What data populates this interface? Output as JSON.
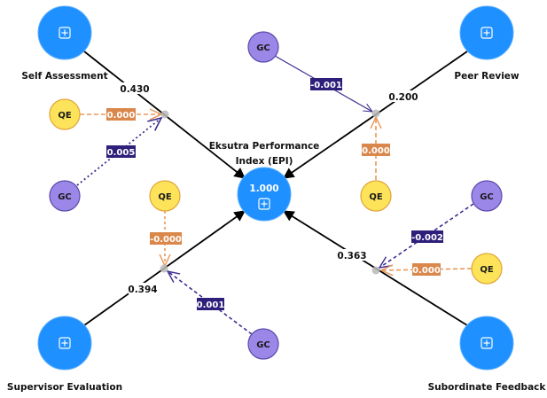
{
  "diagram": {
    "title": "Eksutra Performance Index SEM path model",
    "colors": {
      "construct_fill": "#1e90ff",
      "qe_fill": "#fde35a",
      "qe_stroke": "#e0a43a",
      "gc_fill": "#9b87e8",
      "gc_stroke": "#5b4aa8",
      "qe_path": "#e8985a",
      "qe_badge": "#d9874a",
      "gc_path": "#3b2f8f",
      "gc_badge": "#2e1f7a",
      "main_path": "#000000",
      "junction": "#b9b9b9"
    },
    "target": {
      "id": "epi",
      "label_line1": "Eksutra Performance",
      "label_line2": "Index (EPI)",
      "value": "1.000",
      "icon": "expand-icon"
    },
    "constructs": [
      {
        "id": "self-assessment",
        "label": "Self Assessment",
        "coefficient": "0.430",
        "icon": "expand-icon"
      },
      {
        "id": "peer-review",
        "label": "Peer Review",
        "coefficient": "0.200",
        "icon": "expand-icon"
      },
      {
        "id": "supervisor-evaluation",
        "label": "Supervisor Evaluation",
        "coefficient": "0.394",
        "icon": "expand-icon"
      },
      {
        "id": "subordinate-feedback",
        "label": "Subordinate Feedback",
        "coefficient": "0.363",
        "icon": "expand-icon"
      }
    ],
    "moderators": [
      {
        "id": "qe-self",
        "label": "QE",
        "type": "QE",
        "target": "self-assessment",
        "value": "0.000"
      },
      {
        "id": "gc-self",
        "label": "GC",
        "type": "GC",
        "target": "self-assessment",
        "value": "0.005"
      },
      {
        "id": "gc-peer",
        "label": "GC",
        "type": "GC",
        "target": "peer-review",
        "value": "-0.001"
      },
      {
        "id": "qe-peer",
        "label": "QE",
        "type": "QE",
        "target": "peer-review",
        "value": "0.000"
      },
      {
        "id": "qe-supervisor",
        "label": "QE",
        "type": "QE",
        "target": "supervisor-evaluation",
        "value": "-0.000"
      },
      {
        "id": "gc-supervisor",
        "label": "GC",
        "type": "GC",
        "target": "supervisor-evaluation",
        "value": "0.001"
      },
      {
        "id": "gc-subordinate",
        "label": "GC",
        "type": "GC",
        "target": "subordinate-feedback",
        "value": "-0.002"
      },
      {
        "id": "qe-subordinate",
        "label": "QE",
        "type": "QE",
        "target": "subordinate-feedback",
        "value": "0.000"
      }
    ]
  }
}
